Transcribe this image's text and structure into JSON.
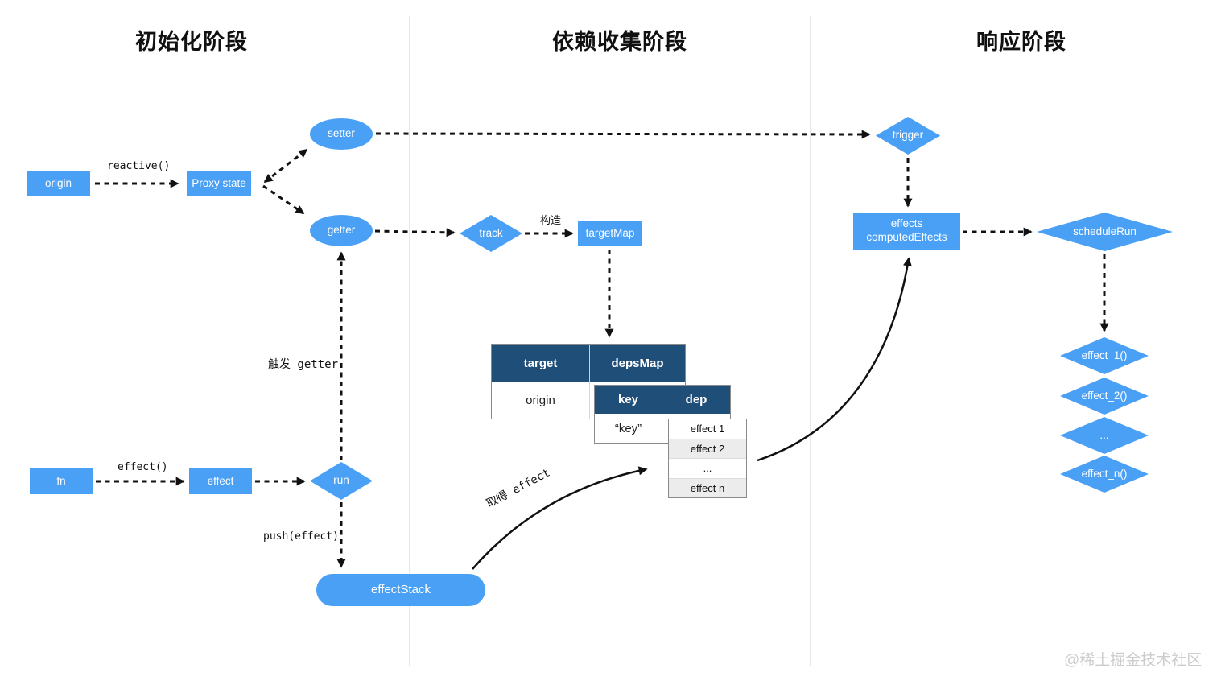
{
  "titles": {
    "init": "初始化阶段",
    "collect": "依赖收集阶段",
    "respond": "响应阶段"
  },
  "nodes": {
    "origin": "origin",
    "proxy_state": "Proxy state",
    "setter": "setter",
    "getter": "getter",
    "fn": "fn",
    "effect": "effect",
    "run": "run",
    "effect_stack": "effectStack",
    "track": "track",
    "target_map": "targetMap",
    "trigger": "trigger",
    "effects_computed": "effects computedEffects",
    "schedule_run": "scheduleRun",
    "effect_1": "effect_1()",
    "effect_2": "effect_2()",
    "effect_dots": "...",
    "effect_n": "effect_n()"
  },
  "labels": {
    "reactive": "reactive()",
    "effect_call": "effect()",
    "push_effect": "push(effect)",
    "trigger_getter": "触发 getter",
    "construct": "构造",
    "get_effect": "取得 effect"
  },
  "tables": {
    "target_deps": {
      "headers": [
        "target",
        "depsMap"
      ],
      "row": [
        "origin",
        ""
      ]
    },
    "key_dep": {
      "headers": [
        "key",
        "dep"
      ],
      "row": [
        "“key”",
        ""
      ]
    },
    "effect_list": [
      "effect 1",
      "effect 2",
      "...",
      "effect n"
    ]
  },
  "watermark": {
    "text": "@稀土掘金技术社区"
  },
  "colors": {
    "node_blue": "#4aa0f5",
    "table_header_navy": "#1f4e79",
    "arrow_black": "#111111",
    "divider_gray": "#e7e7e7",
    "row_alt_gray": "#ececec",
    "watermark_gray": "#cccccc"
  }
}
